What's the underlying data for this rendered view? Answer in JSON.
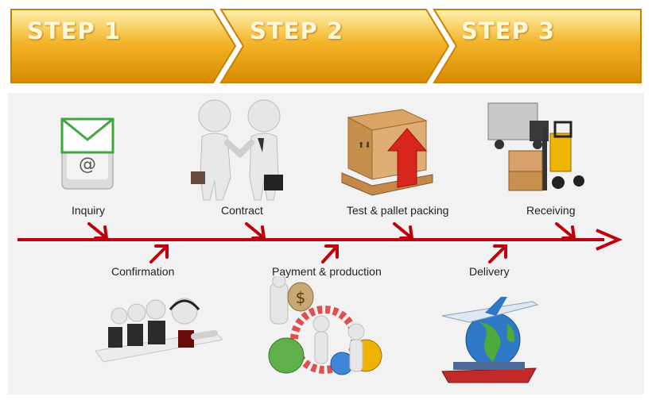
{
  "steps": [
    "STEP 1",
    "STEP 2",
    "STEP 3"
  ],
  "stages_top": [
    "Inquiry",
    "Contract",
    "Test & pallet packing",
    "Receiving"
  ],
  "stages_bottom": [
    "Confirmation",
    "Payment & production",
    "Delivery"
  ],
  "icon_at_symbol": "@",
  "colors": {
    "step_gold": "#f2a900",
    "arrow_red": "#c0000b",
    "panel": "#f2f2f2"
  },
  "illustrations": [
    "email-key-icon",
    "handshake-icon",
    "pallet-box-icon",
    "forklift-truck-icon",
    "call-center-icon",
    "production-gears-icon",
    "globe-plane-ship-icon"
  ]
}
